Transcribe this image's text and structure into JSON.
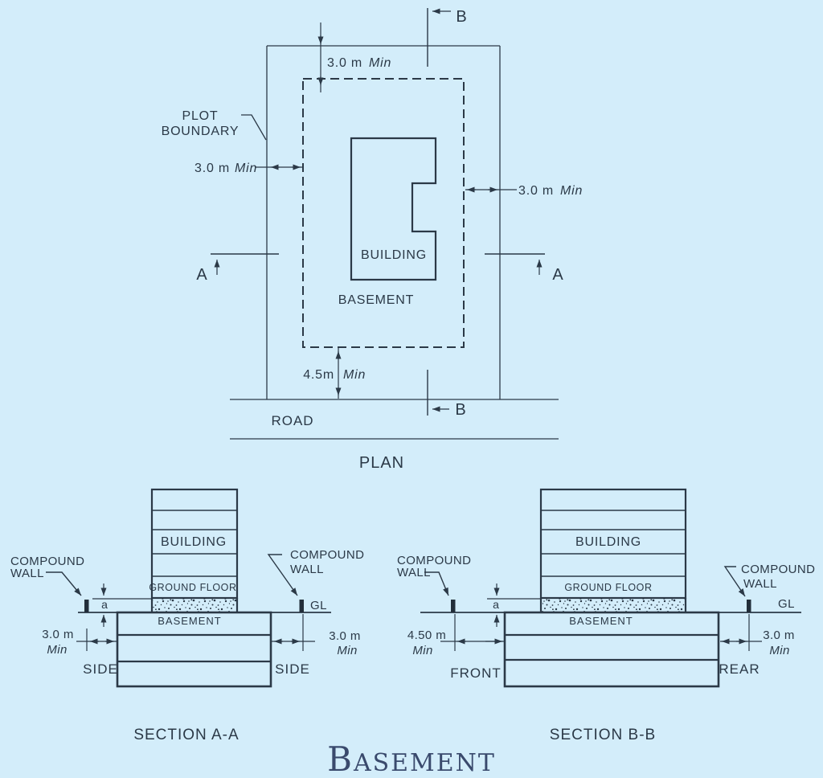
{
  "colors": {
    "background": "#d3edfa",
    "ink": "#2b3947",
    "title": "#3a4a6d"
  },
  "plan": {
    "caption": "PLAN",
    "road_label": "ROAD",
    "plot_boundary": {
      "line1": "PLOT",
      "line2": "BOUNDARY"
    },
    "building_label": "BUILDING",
    "basement_label": "BASEMENT",
    "marker_a": "A",
    "marker_b": "B",
    "dim_top": {
      "value": "3.0 m",
      "qualifier": "Min"
    },
    "dim_left": {
      "value": "3.0 m",
      "qualifier": "Min"
    },
    "dim_right": {
      "value": "3.0 m",
      "qualifier": "Min"
    },
    "dim_bottom": {
      "value": "4.5m",
      "qualifier": "Min"
    }
  },
  "section_aa": {
    "caption": "SECTION A-A",
    "building_label": "BUILDING",
    "ground_floor_label": "GROUND FLOOR",
    "basement_label": "BASEMENT",
    "gl_label": "GL",
    "plinth_label": "a",
    "wall_left": {
      "line1": "COMPOUND",
      "line2": "WALL"
    },
    "wall_right": {
      "line1": "COMPOUND",
      "line2": "WALL"
    },
    "dim_left": {
      "value": "3.0 m",
      "qualifier": "Min"
    },
    "dim_right": {
      "value": "3.0 m",
      "qualifier": "Min"
    },
    "edge_left_label": "SIDE",
    "edge_right_label": "SIDE"
  },
  "section_bb": {
    "caption": "SECTION B-B",
    "building_label": "BUILDING",
    "ground_floor_label": "GROUND FLOOR",
    "basement_label": "BASEMENT",
    "gl_label": "GL",
    "plinth_label": "a",
    "wall_left": {
      "line1": "COMPOUND",
      "line2": "WALL"
    },
    "wall_right": {
      "line1": "COMPOUND",
      "line2": "WALL"
    },
    "dim_left": {
      "value": "4.50 m",
      "qualifier": "Min"
    },
    "dim_right": {
      "value": "3.0 m",
      "qualifier": "Min"
    },
    "edge_left_label": "FRONT",
    "edge_right_label": "REAR"
  },
  "title": {
    "initial": "B",
    "rest": "ASEMENT"
  }
}
